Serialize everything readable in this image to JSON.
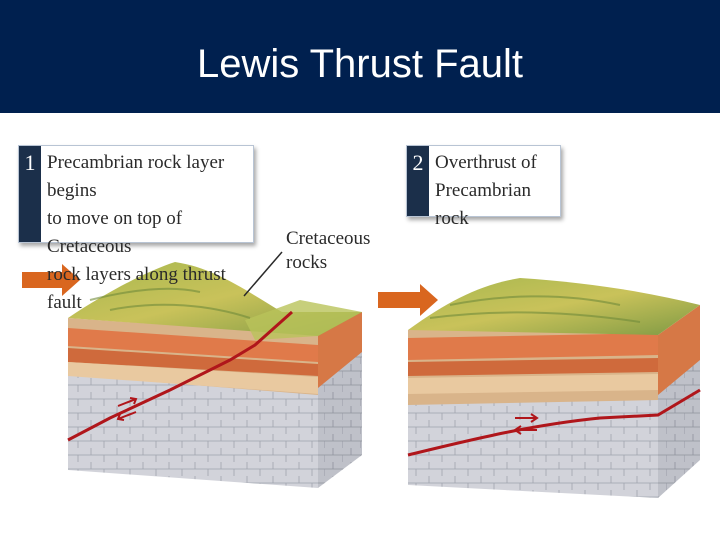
{
  "slide": {
    "title": "Lewis Thrust Fault"
  },
  "panels": [
    {
      "number": "1",
      "caption_lines": [
        "Precambrian rock layer begins",
        "to move on top of Cretaceous",
        "rock layers along thrust fault"
      ]
    },
    {
      "number": "2",
      "caption_lines": [
        "Overthrust of",
        "Precambrian rock"
      ]
    }
  ],
  "annotation": {
    "line1": "Cretaceous",
    "line2": "rocks"
  },
  "colors": {
    "title_bar": "#00204f",
    "arrow": "#d9661f",
    "fault": "#b0161b",
    "orange_layer": "#e07a4a",
    "tan_layer": "#d6b48a",
    "bedrock": "#cfcfd6",
    "surface_green": "#9bb04e"
  }
}
